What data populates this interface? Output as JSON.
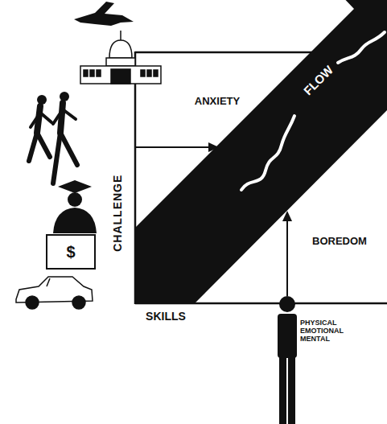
{
  "diagram": {
    "labels": [
      "ANXIETY",
      "FLOW",
      "BOREDOM",
      "CHALLENGE",
      "SKILLS",
      "PHYSICAL EMOTIONAL MENTAL",
      "$"
    ]
  }
}
